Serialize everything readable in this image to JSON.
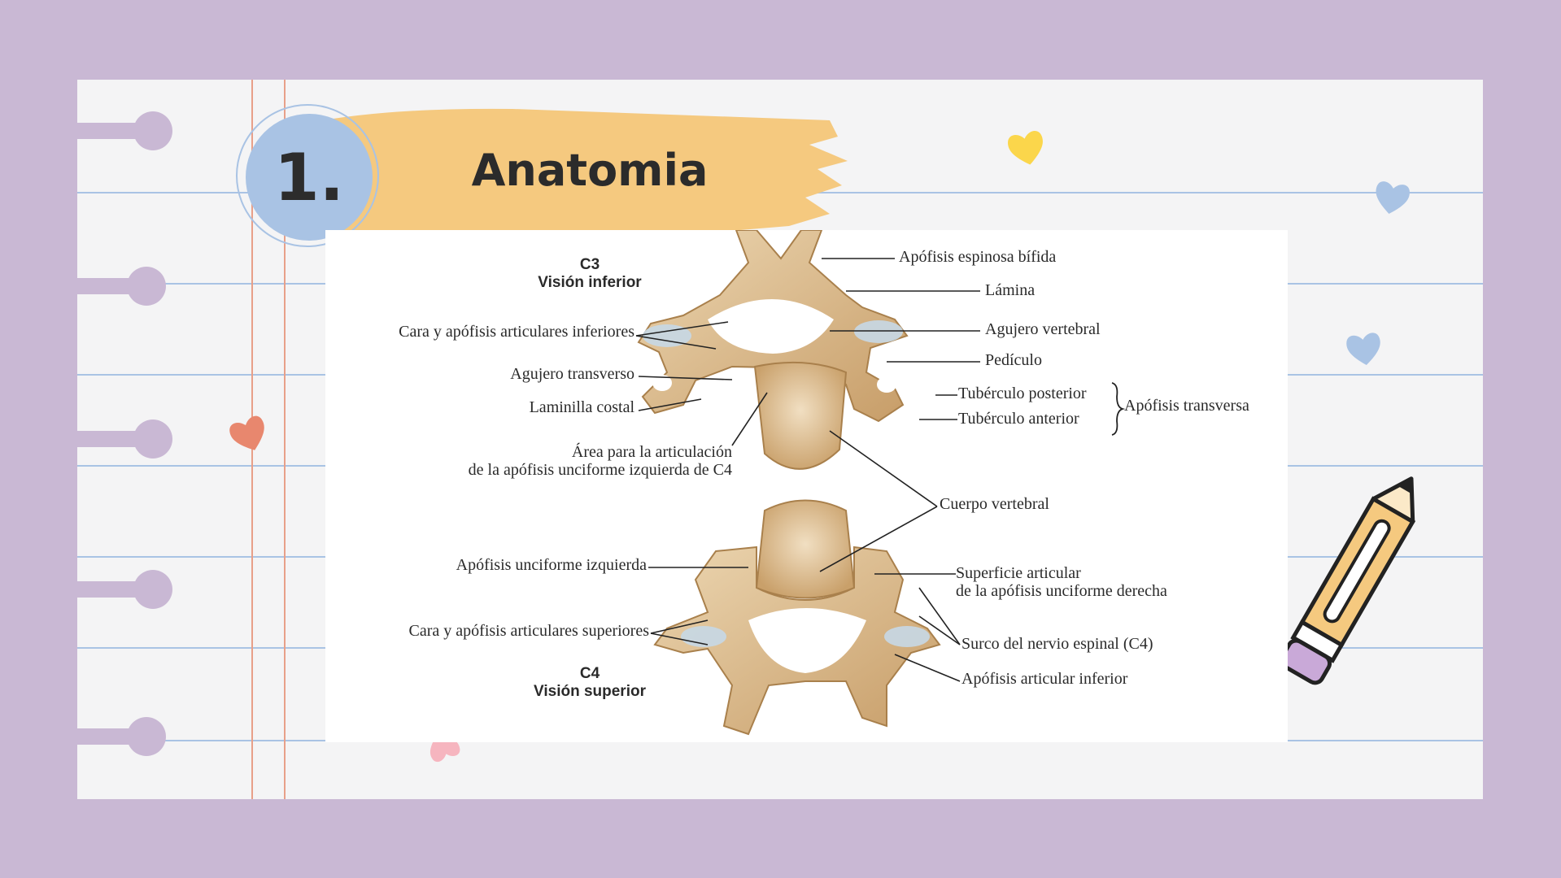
{
  "slide": {
    "number": "1.",
    "title": "Anatomia"
  },
  "colors": {
    "background": "#c9b8d4",
    "paper": "#f4f4f5",
    "rule_lines": "#a9c3e4",
    "margin_lines": "#e8a089",
    "badge": "#a9c3e4",
    "title_brush": "#f5c97f",
    "bone": "#d9b98a"
  },
  "figure": {
    "top_view": {
      "vertebra": "C3",
      "view": "Visión inferior"
    },
    "bottom_view": {
      "vertebra": "C4",
      "view": "Visión superior"
    },
    "labels_left": [
      "Cara y apófisis articulares inferiores",
      "Agujero transverso",
      "Laminilla costal",
      "Área para la articulación",
      "de la apófisis unciforme izquierda de C4",
      "Apófisis unciforme izquierda",
      "Cara y apófisis articulares superiores"
    ],
    "labels_right": [
      "Apófisis espinosa bífida",
      "Lámina",
      "Agujero vertebral",
      "Pedículo",
      "Tubérculo posterior",
      "Tubérculo anterior",
      "Apófisis transversa",
      "Cuerpo vertebral",
      "Superficie articular",
      "de la apófisis unciforme derecha",
      "Surco del nervio espinal (C4)",
      "Apófisis articular inferior"
    ]
  },
  "icons": [
    "heart-icon",
    "pencil-icon"
  ]
}
